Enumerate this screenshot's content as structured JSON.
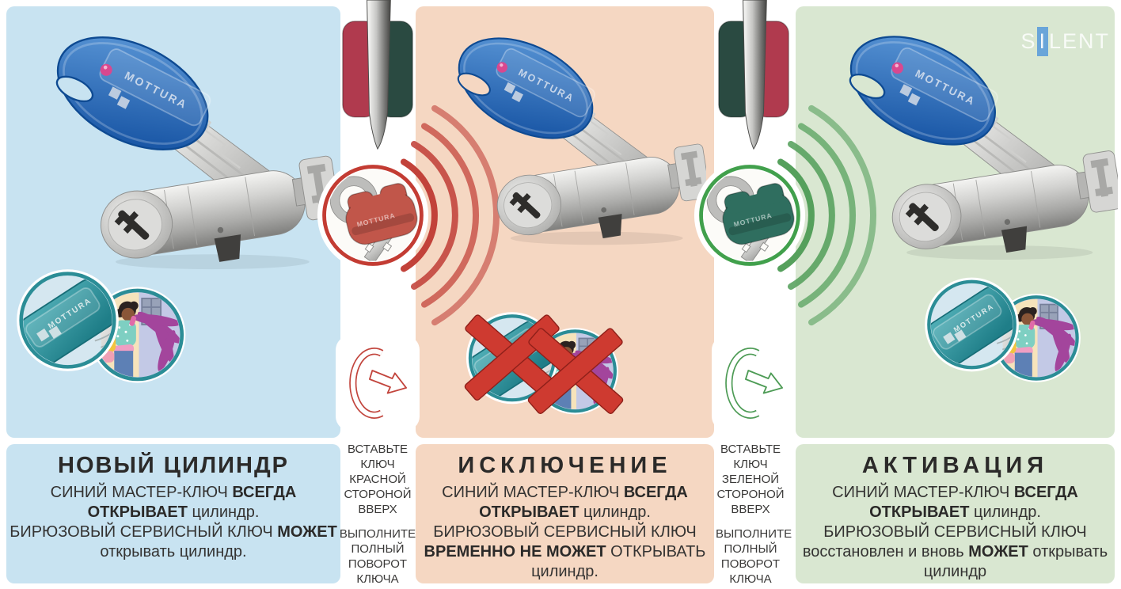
{
  "brand": {
    "name": "MOTTURA"
  },
  "logo": {
    "prefix": "S",
    "highlight": "I",
    "suffix": "LENT"
  },
  "colors": {
    "panel_blue": "#c8e3f1",
    "panel_salmon": "#f5d7c2",
    "panel_green": "#d9e7d1",
    "accent_red": "#c2423a",
    "accent_green": "#55a05c",
    "teal_ring": "#2b8d96",
    "master_key_blue": "#1a57a6",
    "service_key_teal": "#2f8f99",
    "cross_red": "#ce3a30"
  },
  "panels": [
    {
      "id": "new-cylinder",
      "title": "НОВЫЙ ЦИЛИНДР",
      "desc": {
        "line1": [
          "СИНИЙ МАСТЕР-КЛЮЧ ",
          "ВСЕГДА"
        ],
        "line2": [
          "ОТКРЫВАЕТ",
          " цилиндр."
        ],
        "line3": [
          "БИРЮЗОВЫЙ СЕРВИСНЫЙ КЛЮЧ ",
          "МОЖЕТ"
        ],
        "line4": [
          "открывать цилиндр."
        ]
      }
    },
    {
      "id": "exception",
      "title": "ИСКЛЮЧЕНИЕ",
      "desc": {
        "line1": [
          "СИНИЙ МАСТЕР-КЛЮЧ ",
          "ВСЕГДА"
        ],
        "line2": [
          "ОТКРЫВАЕТ",
          " цилиндр."
        ],
        "line3": [
          "БИРЮЗОВЫЙ СЕРВИСНЫЙ КЛЮЧ"
        ],
        "line4": [
          "ВРЕМЕННО НЕ МОЖЕТ",
          " ОТКРЫВАТЬ"
        ],
        "line5": [
          "цилиндр."
        ]
      }
    },
    {
      "id": "activation",
      "title": "АКТИВАЦИЯ",
      "desc": {
        "line1": [
          "СИНИЙ МАСТЕР-КЛЮЧ ",
          "ВСЕГДА"
        ],
        "line2": [
          "ОТКРЫВАЕТ",
          " цилиндр."
        ],
        "line3": [
          "БИРЮЗОВЫЙ СЕРВИСНЫЙ КЛЮЧ"
        ],
        "line4": [
          "восстановлен и вновь ",
          "МОЖЕТ",
          " открывать"
        ],
        "line5": [
          "цилиндр"
        ]
      }
    }
  ],
  "steps": [
    {
      "insert": "ВСТАВЬТЕ КЛЮЧ КРАСНОЙ СТОРОНОЙ ВВЕРХ",
      "turn": "ВЫПОЛНИТЕ ПОЛНЫЙ ПОВОРОТ КЛЮЧА"
    },
    {
      "insert": "ВСТАВЬТЕ КЛЮЧ ЗЕЛЕНОЙ СТОРОНОЙ ВВЕРХ",
      "turn": "ВЫПОЛНИТЕ ПОЛНЫЙ ПОВОРОТ КЛЮЧА"
    }
  ]
}
